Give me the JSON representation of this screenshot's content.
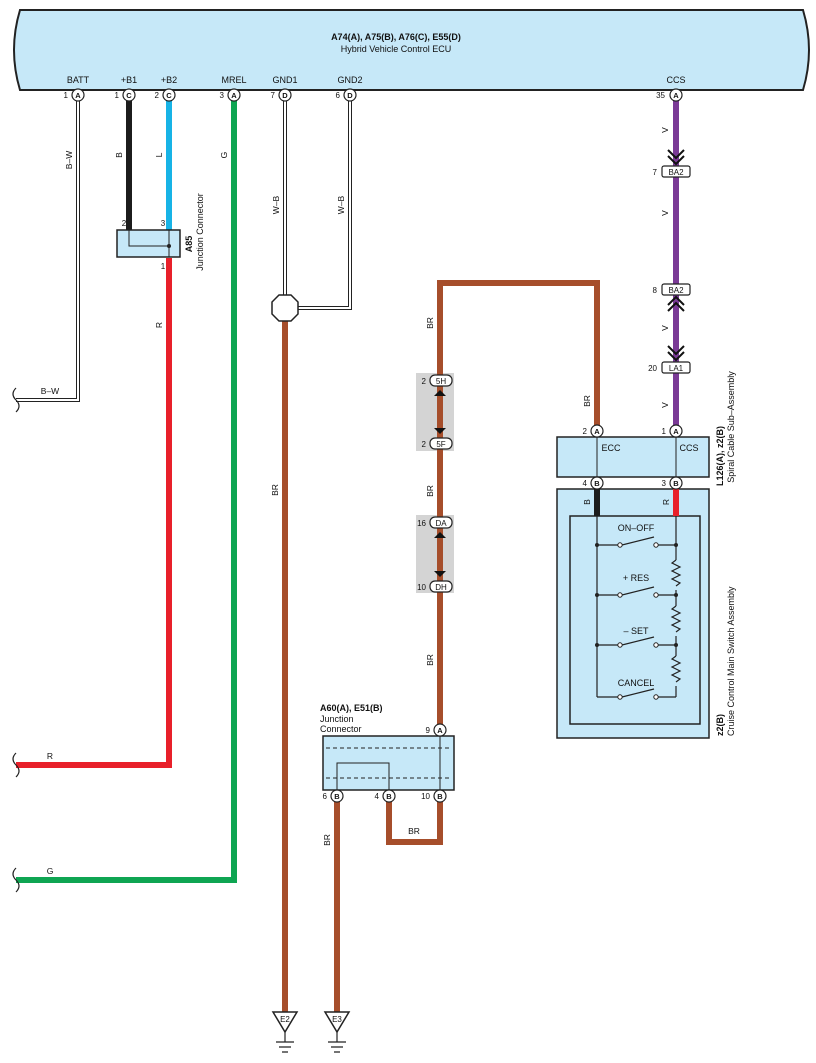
{
  "ecu": {
    "title": "A74(A), A75(B), A76(C), E55(D)",
    "subtitle": "Hybrid Vehicle Control ECU",
    "terminals": [
      {
        "name": "BATT",
        "pin": "1",
        "conn": "A"
      },
      {
        "name": "+B1",
        "pin": "1",
        "conn": "C"
      },
      {
        "name": "+B2",
        "pin": "2",
        "conn": "C"
      },
      {
        "name": "MREL",
        "pin": "3",
        "conn": "A"
      },
      {
        "name": "GND1",
        "pin": "7",
        "conn": "D"
      },
      {
        "name": "GND2",
        "pin": "6",
        "conn": "D"
      },
      {
        "name": "CCS",
        "pin": "35",
        "conn": "A"
      }
    ]
  },
  "colors": {
    "ecu_fill": "#c6e8f8",
    "black": "#1c1c1c",
    "blue": "#17b3e6",
    "red": "#e8202a",
    "green": "#0ea552",
    "brown": "#a64e2b",
    "violet": "#7a3a96",
    "connector_gray": "#d4d4d4"
  },
  "wires": {
    "bw_top": "B–W",
    "bw_side": "B–W",
    "b": "B",
    "l": "L",
    "g": "G",
    "wb1": "W–B",
    "wb2": "W–B",
    "br_gnd1": "BR",
    "br_left": "BR",
    "br_mid1": "BR",
    "br_mid2": "BR",
    "br_bottom": "BR",
    "br_loop": "BR",
    "br_right": "BR",
    "r_vert": "R",
    "r_horiz": "R",
    "g_horiz": "G",
    "v1": "V",
    "v2": "V",
    "v3": "V",
    "v4": "V",
    "sw_b": "B",
    "sw_r": "R"
  },
  "a85": {
    "id": "A85",
    "name": "Junction Connector",
    "pins": [
      "2",
      "3",
      "1"
    ]
  },
  "inline_connectors": [
    {
      "id": "BA2",
      "pin": "7"
    },
    {
      "id": "BA2",
      "pin": "8"
    },
    {
      "id": "LA1",
      "pin": "20"
    },
    {
      "id": "5H",
      "pin": "2"
    },
    {
      "id": "5F",
      "pin": "2"
    },
    {
      "id": "DA",
      "pin": "16"
    },
    {
      "id": "DH",
      "pin": "10"
    }
  ],
  "spiral": {
    "id": "L126(A), z2(B)",
    "name": "Spiral Cable Sub–Assembly",
    "terminals": [
      {
        "name": "ECC",
        "pin": "2",
        "conn": "A"
      },
      {
        "name": "CCS",
        "pin": "1",
        "conn": "A"
      }
    ],
    "lower_pins": [
      {
        "pin": "4",
        "conn": "B"
      },
      {
        "pin": "3",
        "conn": "B"
      }
    ]
  },
  "cruise": {
    "id": "z2(B)",
    "name": "Cruise Control Main Switch Assembly",
    "switches": [
      "ON–OFF",
      "+ RES",
      "– SET",
      "CANCEL"
    ]
  },
  "junction": {
    "id": "A60(A), E51(B)",
    "name_line1": "Junction",
    "name_line2": "Connector",
    "top_pin": {
      "pin": "9",
      "conn": "A"
    },
    "bottom_pins": [
      {
        "pin": "6",
        "conn": "B"
      },
      {
        "pin": "4",
        "conn": "B"
      },
      {
        "pin": "10",
        "conn": "B"
      }
    ]
  },
  "grounds": [
    "E2",
    "E3"
  ]
}
